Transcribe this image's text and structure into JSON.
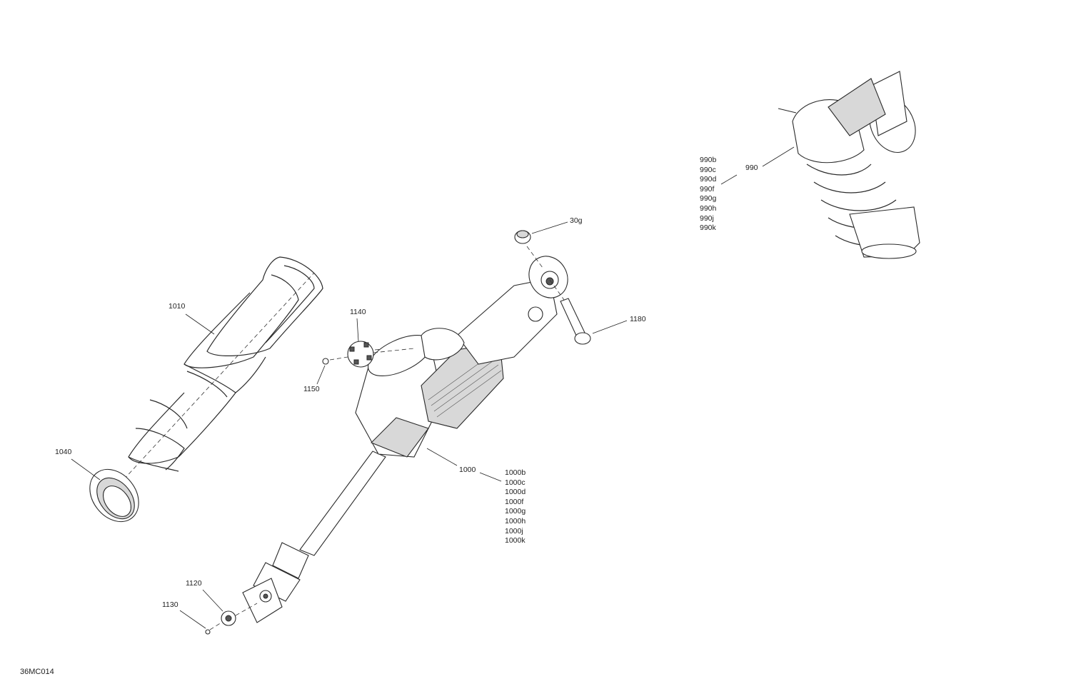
{
  "drawing_id": "36MC014",
  "callouts": {
    "c1010": "1010",
    "c1040": "1040",
    "c1140": "1140",
    "c1150": "1150",
    "c30g": "30g",
    "c1180": "1180",
    "c1000": "1000",
    "c1120": "1120",
    "c1130": "1130",
    "c990": "990"
  },
  "variants_1000": [
    "1000b",
    "1000c",
    "1000d",
    "1000f",
    "1000g",
    "1000h",
    "1000j",
    "1000k"
  ],
  "variants_990": [
    "990b",
    "990c",
    "990d",
    "990f",
    "990g",
    "990h",
    "990j",
    "990k"
  ]
}
